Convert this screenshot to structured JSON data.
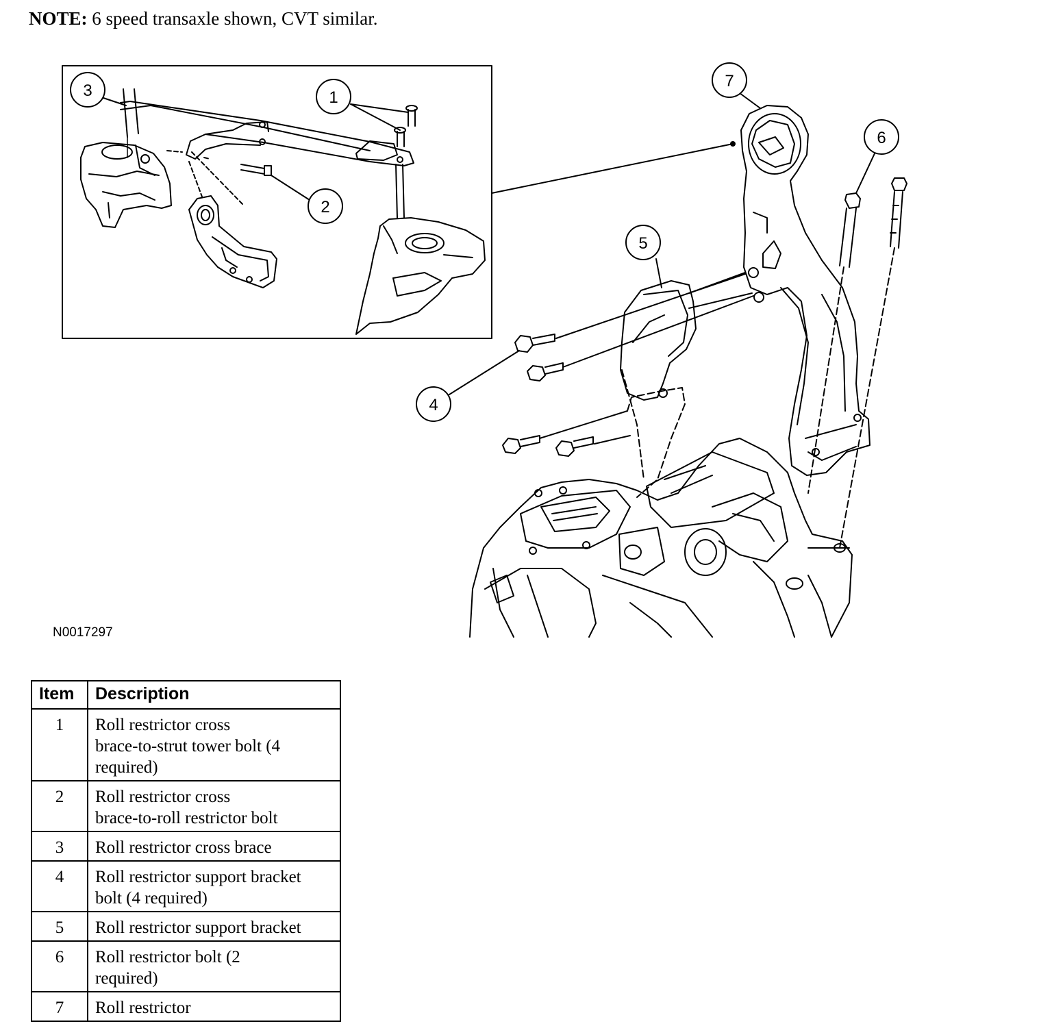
{
  "note": {
    "label": "NOTE:",
    "text": "6 speed transaxle shown, CVT similar."
  },
  "figure_id": "N0017297",
  "callouts": [
    "1",
    "2",
    "3",
    "4",
    "5",
    "6",
    "7"
  ],
  "table": {
    "header_item": "Item",
    "header_description": "Description",
    "rows": [
      {
        "item": "1",
        "lines": [
          "Roll restrictor cross",
          "brace-to-strut tower bolt (4",
          "required)"
        ]
      },
      {
        "item": "2",
        "lines": [
          "Roll restrictor cross",
          "brace-to-roll restrictor bolt"
        ]
      },
      {
        "item": "3",
        "lines": [
          "Roll restrictor cross brace"
        ]
      },
      {
        "item": "4",
        "lines": [
          "Roll restrictor support bracket",
          "bolt (4 required)"
        ]
      },
      {
        "item": "5",
        "lines": [
          "Roll restrictor support bracket"
        ]
      },
      {
        "item": "6",
        "lines": [
          "Roll restrictor bolt (2",
          "required)"
        ]
      },
      {
        "item": "7",
        "lines": [
          "Roll restrictor"
        ]
      }
    ]
  }
}
